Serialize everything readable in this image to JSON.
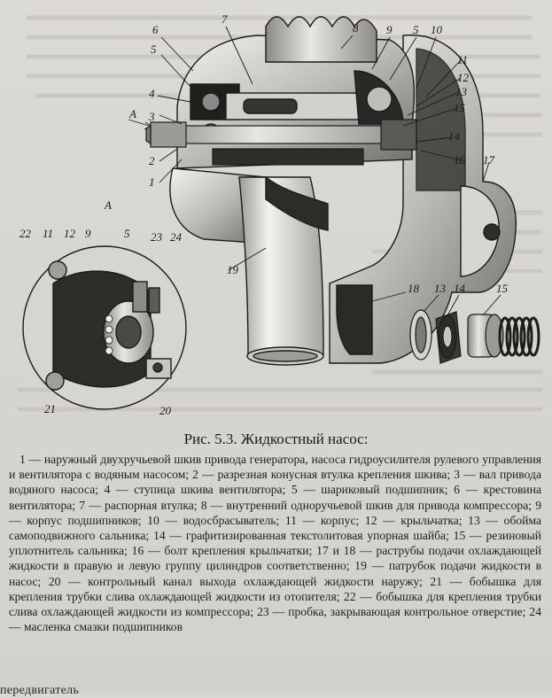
{
  "figure": {
    "callouts": {
      "n1": "1",
      "n2": "2",
      "n3": "3",
      "n4": "4",
      "n5": "5",
      "n6": "6",
      "n7": "7",
      "n8": "8",
      "n9": "9",
      "n5b": "5",
      "n10": "10",
      "n11": "11",
      "n12": "12",
      "n13": "13",
      "n15": "15",
      "n14": "14",
      "n16": "16",
      "n17": "17",
      "n19": "19",
      "n18": "18",
      "n13b": "13",
      "n14b": "14",
      "n15b": "15",
      "view_a_arrow": "A",
      "view_a_label": "A",
      "d22": "22",
      "d11": "11",
      "d12": "12",
      "d9": "9",
      "d5": "5",
      "d23": "23",
      "d24": "24",
      "d21": "21",
      "d20": "20"
    }
  },
  "caption": {
    "title": "Рис. 5.3. Жидкостный насос:",
    "legend_text": "1 — наружный двухручьевой шкив привода генератора, насоса гидроусилителя рулевого управления и вентилятора с водяным насосом; 2 — разрезная конусная втулка крепления шкива; 3 — вал привода водяного насоса; 4 — ступица шкива вентилятора; 5 — шариковый подшипник; 6 — крестовина вентилятора; 7 — распорная втулка; 8 — внутренний одноручьевой шкив для привода компрессора; 9 — корпус подшипников; 10 — водосбрасыватель; 11 — корпус; 12 — крыльчатка; 13 — обойма самоподвижного сальника; 14 — графитизированная текстолитовая упорная шайба; 15 — резиновый уплотнитель сальника; 16 — болт крепления крыльчатки; 17 и 18 — раструбы подачи охлаждающей жидкости в правую и левую группу цилиндров соответственно; 19 — патрубок подачи жидкости в насос; 20 — контрольный канал выхода охлаждающей жидкости наружу; 21 — бобышка для крепления трубки слива охлаждающей жидкости из отопителя; 22 — бобышка для крепления трубки слива охлаждающей жидкости из компрессора; 23 — пробка, закрывающая контрольное отверстие; 24 — масленка смазки подшипников",
    "cutoff_line": "передвигатель"
  }
}
